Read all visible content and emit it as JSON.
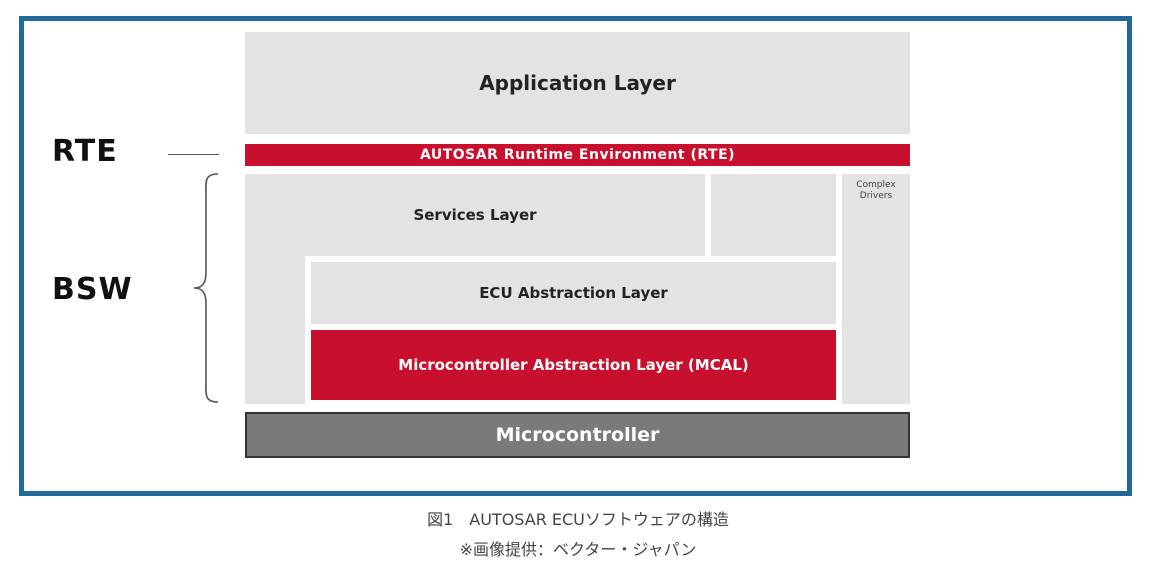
{
  "diagram": {
    "rte_side_label": "RTE",
    "bsw_side_label": "BSW",
    "application_layer": "Application Layer",
    "rte_bar": "AUTOSAR Runtime Environment (RTE)",
    "services_layer": "Services Layer",
    "ecu_abstraction_layer": "ECU Abstraction Layer",
    "mcal_layer": "Microcontroller Abstraction Layer (MCAL)",
    "complex_drivers_line1": "Complex",
    "complex_drivers_line2": "Drivers",
    "microcontroller": "Microcontroller",
    "colors": {
      "frame": "#1f6a99",
      "layer_gray": "#e3e3e3",
      "accent_red": "#c8102e",
      "microcontroller_gray": "#7a7a7a"
    }
  },
  "caption": {
    "line1": "図1　AUTOSAR ECUソフトウェアの構造",
    "line2": "※画像提供：ベクター・ジャパン"
  }
}
